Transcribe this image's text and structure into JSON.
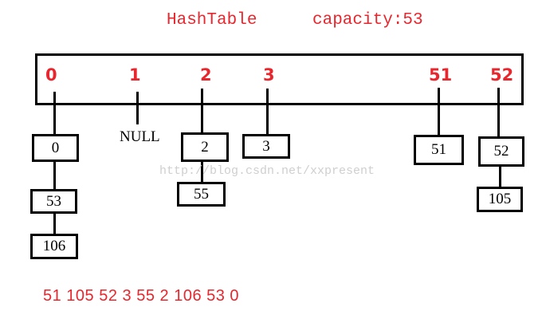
{
  "header": {
    "title": "HashTable",
    "capacity": "capacity:53"
  },
  "table": {
    "indices": [
      "0",
      "1",
      "2",
      "3",
      "51",
      "52"
    ]
  },
  "buckets": {
    "b0": [
      "0",
      "53",
      "106"
    ],
    "b1_null": "NULL",
    "b2": [
      "2",
      "55"
    ],
    "b3": [
      "3"
    ],
    "b51": [
      "51"
    ],
    "b52": [
      "52",
      "105"
    ]
  },
  "watermark": "http://blog.csdn.net/xxpresent",
  "sequence": "51 105 52 3 55 2 106 53 0",
  "colors": {
    "accent": "#e8262d",
    "line": "#000000"
  }
}
